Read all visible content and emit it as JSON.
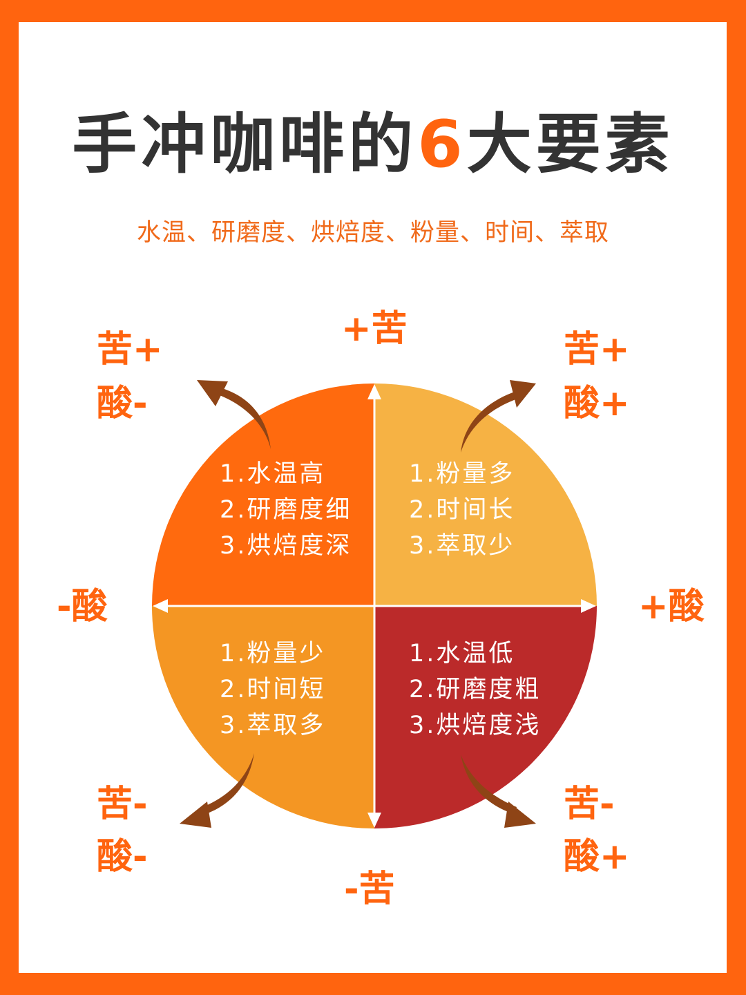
{
  "title": {
    "prefix": "手冲咖啡的",
    "number": "6",
    "suffix": "大要素"
  },
  "subtitle": "水温、研磨度、烘焙度、粉量、时间、萃取",
  "colors": {
    "border": "#FF640F",
    "title_text": "#333333",
    "accent": "#FF640F",
    "quadrant_top_left": "#FF6A0E",
    "quadrant_top_right": "#F6B244",
    "quadrant_bottom_left": "#F49623",
    "quadrant_bottom_right": "#BB2A2A",
    "arrow": "#8E4416"
  },
  "axes": {
    "top": "+苦",
    "bottom": "-苦",
    "left": "-酸",
    "right": "+酸"
  },
  "corners": {
    "top_left": {
      "bitter": "苦+",
      "sour": "酸-"
    },
    "top_right": {
      "bitter": "苦+",
      "sour": "酸+"
    },
    "bottom_left": {
      "bitter": "苦-",
      "sour": "酸-"
    },
    "bottom_right": {
      "bitter": "苦-",
      "sour": "酸+"
    }
  },
  "quadrants": {
    "top_left": [
      "1.水温高",
      "2.研磨度细",
      "3.烘焙度深"
    ],
    "top_right": [
      "1.粉量多",
      "2.时间长",
      "3.萃取少"
    ],
    "bottom_left": [
      "1.粉量少",
      "2.时间短",
      "3.萃取多"
    ],
    "bottom_right": [
      "1.水温低",
      "2.研磨度粗",
      "3.烘焙度浅"
    ]
  }
}
